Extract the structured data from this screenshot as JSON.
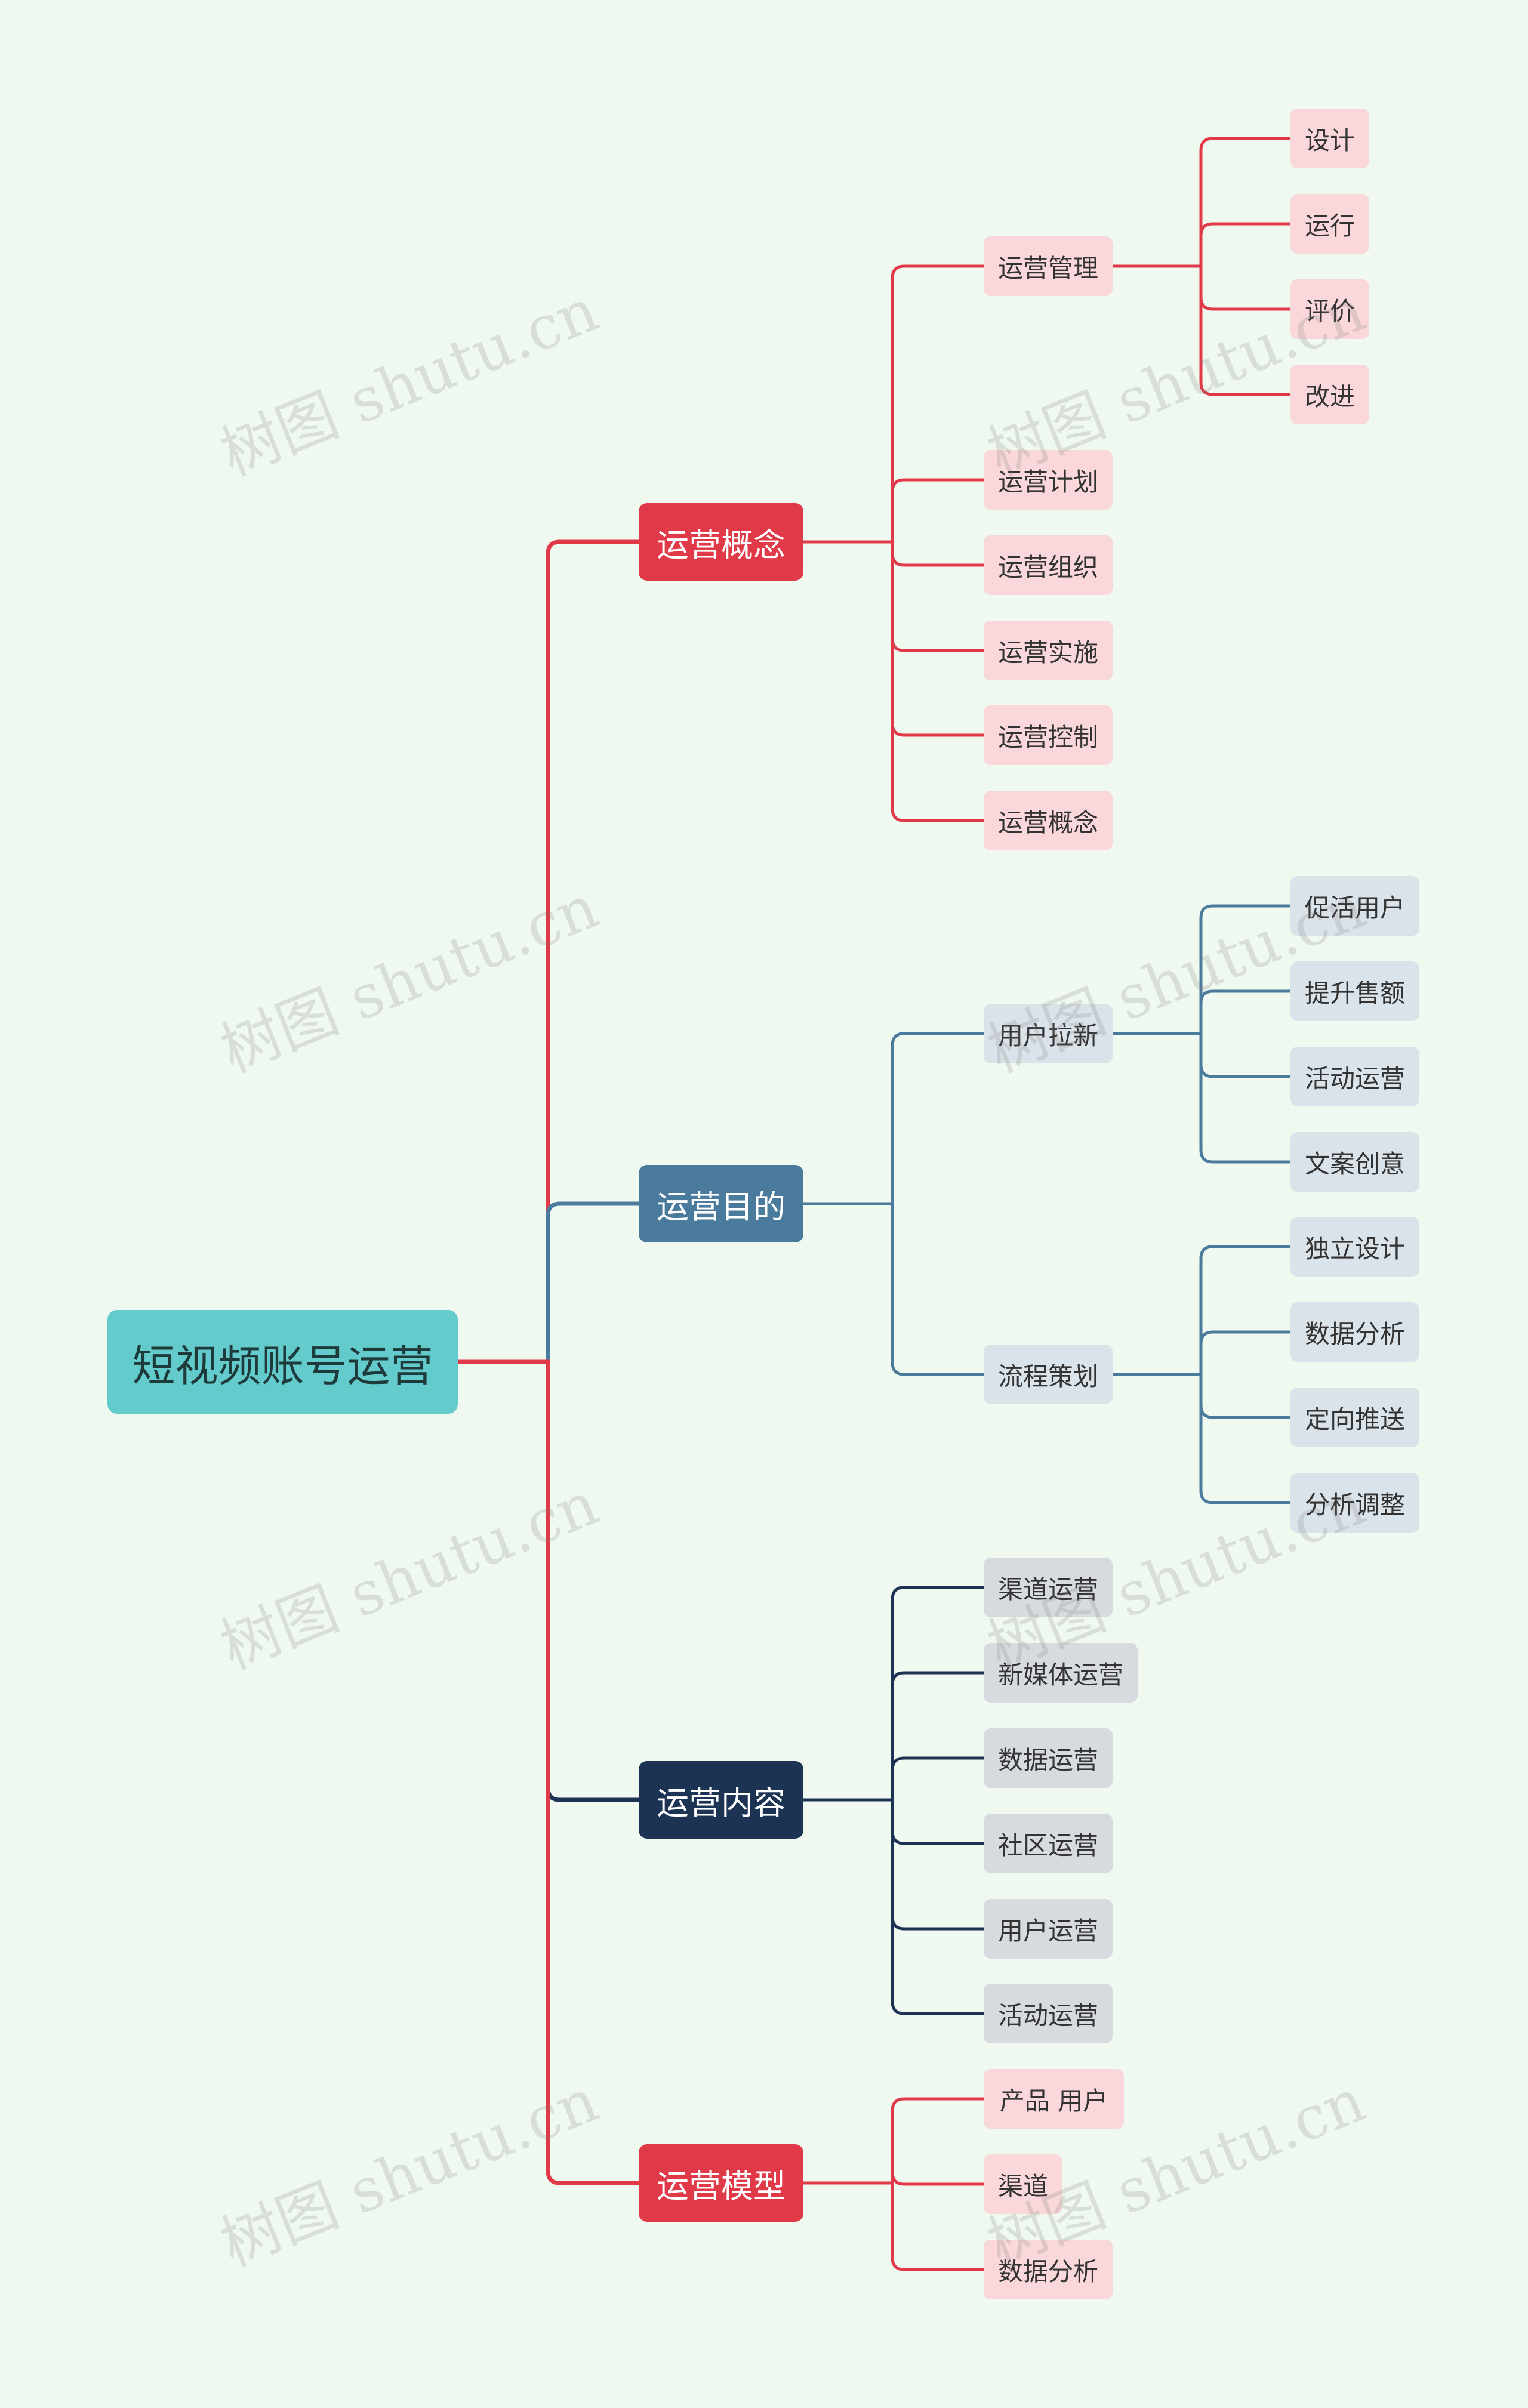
{
  "watermark": "树图 shutu.cn",
  "colors": {
    "background": "#f0f9ef",
    "root": "#63cbcc",
    "red": "#e03a48",
    "blue": "#4a7a9c",
    "navy": "#1c3354",
    "red_light": "#f9d7da",
    "blue_light": "#dbe3ea",
    "navy_light": "#d7dbe0"
  },
  "root": {
    "label": "短视频账号运营"
  },
  "branches": [
    {
      "label": "运营概念",
      "theme": "red",
      "children": [
        {
          "label": "运营管理",
          "children": [
            {
              "label": "设计"
            },
            {
              "label": "运行"
            },
            {
              "label": "评价"
            },
            {
              "label": "改进"
            }
          ]
        },
        {
          "label": "运营计划"
        },
        {
          "label": "运营组织"
        },
        {
          "label": "运营实施"
        },
        {
          "label": "运营控制"
        },
        {
          "label": "运营概念"
        }
      ]
    },
    {
      "label": "运营目的",
      "theme": "blue",
      "children": [
        {
          "label": "用户拉新",
          "children": [
            {
              "label": "促活用户"
            },
            {
              "label": "提升售额"
            },
            {
              "label": "活动运营"
            },
            {
              "label": "文案创意"
            }
          ]
        },
        {
          "label": "流程策划",
          "children": [
            {
              "label": "独立设计"
            },
            {
              "label": "数据分析"
            },
            {
              "label": "定向推送"
            },
            {
              "label": "分析调整"
            }
          ]
        }
      ]
    },
    {
      "label": "运营内容",
      "theme": "navy",
      "children": [
        {
          "label": "渠道运营"
        },
        {
          "label": "新媒体运营"
        },
        {
          "label": "数据运营"
        },
        {
          "label": "社区运营"
        },
        {
          "label": "用户运营"
        },
        {
          "label": "活动运营"
        }
      ]
    },
    {
      "label": "运营模型",
      "theme": "red",
      "children": [
        {
          "label": "产品 用户"
        },
        {
          "label": "渠道"
        },
        {
          "label": "数据分析"
        }
      ]
    }
  ]
}
